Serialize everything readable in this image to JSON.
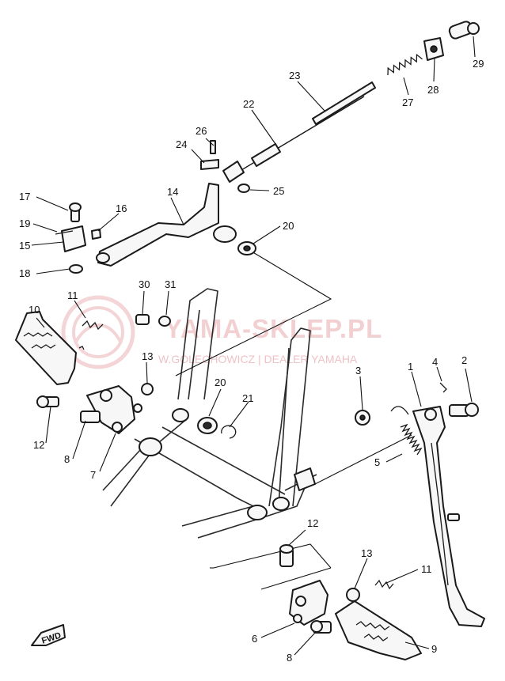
{
  "watermark": {
    "title": "YAMA-SKLEP.PL",
    "subtitle": "W.GOLECHOWICZ | DEALER YAMAHA"
  },
  "direction_marker": "FWD",
  "callouts": [
    {
      "id": "c29",
      "label": "29"
    },
    {
      "id": "c28",
      "label": "28"
    },
    {
      "id": "c27",
      "label": "27"
    },
    {
      "id": "c23",
      "label": "23"
    },
    {
      "id": "c22",
      "label": "22"
    },
    {
      "id": "c26",
      "label": "26"
    },
    {
      "id": "c24",
      "label": "24"
    },
    {
      "id": "c25",
      "label": "25"
    },
    {
      "id": "c17",
      "label": "17"
    },
    {
      "id": "c16",
      "label": "16"
    },
    {
      "id": "c14",
      "label": "14"
    },
    {
      "id": "c19",
      "label": "19"
    },
    {
      "id": "c15",
      "label": "15"
    },
    {
      "id": "c18",
      "label": "18"
    },
    {
      "id": "c20a",
      "label": "20"
    },
    {
      "id": "c30",
      "label": "30"
    },
    {
      "id": "c31",
      "label": "31"
    },
    {
      "id": "c10",
      "label": "10"
    },
    {
      "id": "c11a",
      "label": "11"
    },
    {
      "id": "c13a",
      "label": "13"
    },
    {
      "id": "c20b",
      "label": "20"
    },
    {
      "id": "c21",
      "label": "21"
    },
    {
      "id": "c3",
      "label": "3"
    },
    {
      "id": "c1",
      "label": "1"
    },
    {
      "id": "c4",
      "label": "4"
    },
    {
      "id": "c2",
      "label": "2"
    },
    {
      "id": "c12a",
      "label": "12"
    },
    {
      "id": "c8a",
      "label": "8"
    },
    {
      "id": "c7",
      "label": "7"
    },
    {
      "id": "c5",
      "label": "5"
    },
    {
      "id": "c12b",
      "label": "12"
    },
    {
      "id": "c13b",
      "label": "13"
    },
    {
      "id": "c11b",
      "label": "11"
    },
    {
      "id": "c6",
      "label": "6"
    },
    {
      "id": "c8b",
      "label": "8"
    },
    {
      "id": "c9",
      "label": "9"
    }
  ]
}
